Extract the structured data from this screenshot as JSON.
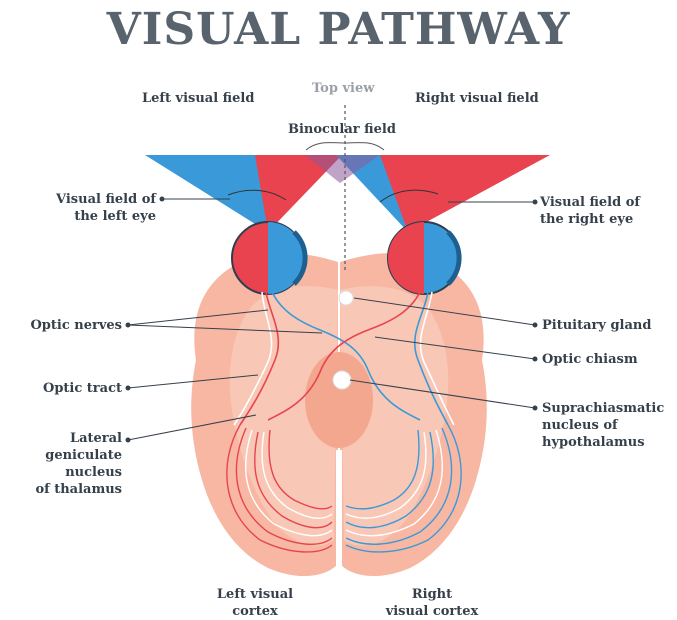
{
  "title": "VISUAL PATHWAY",
  "colors": {
    "left_field": "#e8434f",
    "right_field": "#3a9ad9",
    "brain": "#f7b7a3",
    "brain_inner": "#f9c7b6",
    "text": "#35404b"
  },
  "labels": {
    "top_view": "Top view",
    "left_visual_field": "Left visual field",
    "right_visual_field": "Right visual field",
    "binocular_field": "Binocular field",
    "visual_field_left_eye": [
      "Visual field of",
      "the left eye"
    ],
    "visual_field_right_eye": [
      "Visual field of",
      "the right eye"
    ],
    "optic_nerves": "Optic nerves",
    "optic_tract": "Optic tract",
    "lateral_geniculate": [
      "Lateral",
      "geniculate",
      "nucleus",
      "of thalamus"
    ],
    "pituitary_gland": "Pituitary gland",
    "optic_chiasm": "Optic chiasm",
    "suprachiasmatic": [
      "Suprachiasmatic",
      "nucleus of",
      "hypothalamus"
    ],
    "left_visual_cortex": [
      "Left visual",
      "cortex"
    ],
    "right_visual_cortex": [
      "Right",
      "visual cortex"
    ]
  }
}
